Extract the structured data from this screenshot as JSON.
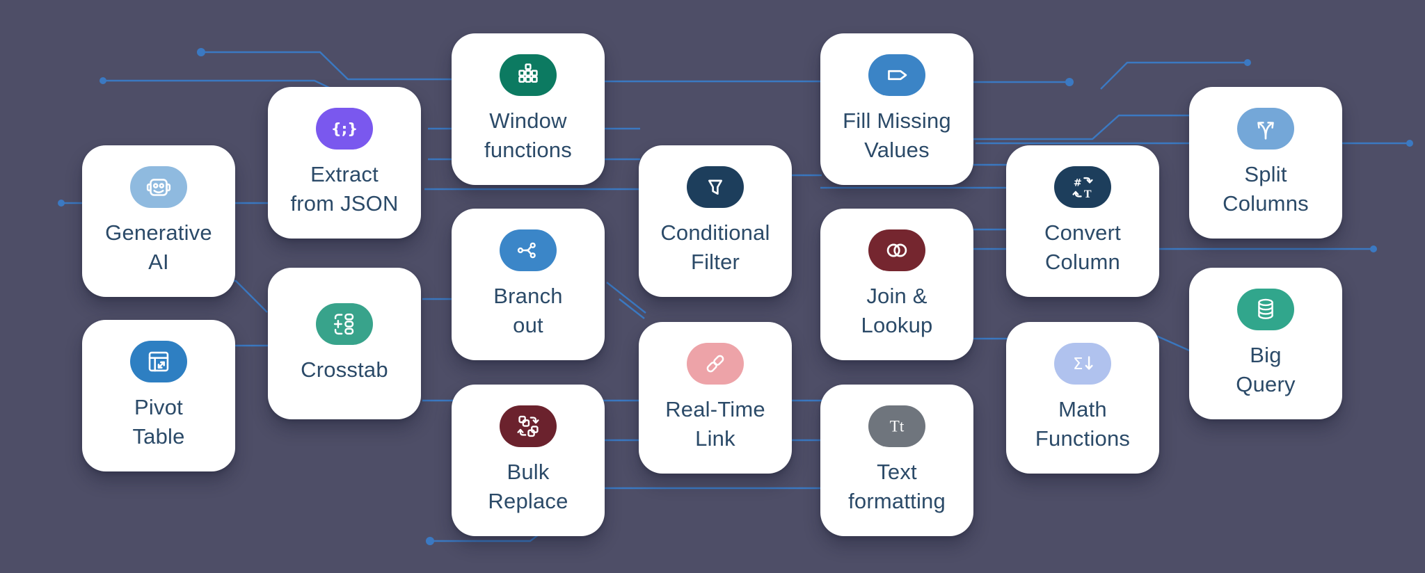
{
  "canvas": {
    "background": "#4e4e67",
    "connector_color": "#3b79c2",
    "card_color": "#ffffff",
    "label_color": "#2b4a68"
  },
  "cards": [
    {
      "id": "generative-ai",
      "label": "Generative AI",
      "lines": [
        "Generative",
        "AI"
      ],
      "icon": "robot-icon",
      "icon_color": "#8fbadf"
    },
    {
      "id": "pivot-table",
      "label": "Pivot Table",
      "lines": [
        "Pivot",
        "Table"
      ],
      "icon": "pivot-table-icon",
      "icon_color": "#2e7fc2"
    },
    {
      "id": "extract-from-json",
      "label": "Extract from JSON",
      "lines": [
        "Extract",
        "from JSON"
      ],
      "icon": "braces-icon",
      "icon_color": "#7a58ee",
      "icon_glyph": "{;}"
    },
    {
      "id": "crosstab",
      "label": "Crosstab",
      "lines": [
        "Crosstab"
      ],
      "icon": "crosstab-icon",
      "icon_color": "#38a38b"
    },
    {
      "id": "window-functions",
      "label": "Window functions",
      "lines": [
        "Window",
        "functions"
      ],
      "icon": "grid-table-icon",
      "icon_color": "#0c7a61"
    },
    {
      "id": "branch-out",
      "label": "Branch out",
      "lines": [
        "Branch",
        "out"
      ],
      "icon": "branch-icon",
      "icon_color": "#3b86c8"
    },
    {
      "id": "bulk-replace",
      "label": "Bulk Replace",
      "lines": [
        "Bulk",
        "Replace"
      ],
      "icon": "swap-squares-icon",
      "icon_color": "#6b222d"
    },
    {
      "id": "conditional-filter",
      "label": "Conditional Filter",
      "lines": [
        "Conditional",
        "Filter"
      ],
      "icon": "funnel-icon",
      "icon_color": "#1d3e5c"
    },
    {
      "id": "real-time-link",
      "label": "Real-Time Link",
      "lines": [
        "Real-Time",
        "Link"
      ],
      "icon": "chain-link-icon",
      "icon_color": "#eda3a8"
    },
    {
      "id": "fill-missing-values",
      "label": "Fill Missing Values",
      "lines": [
        "Fill Missing",
        "Values"
      ],
      "icon": "tag-icon",
      "icon_color": "#3b84c6"
    },
    {
      "id": "join-lookup",
      "label": "Join & Lookup",
      "lines": [
        "Join &",
        "Lookup"
      ],
      "icon": "venn-circles-icon",
      "icon_color": "#75262f"
    },
    {
      "id": "text-formatting",
      "label": "Text formatting",
      "lines": [
        "Text",
        "formatting"
      ],
      "icon": "serif-text-icon",
      "icon_color": "#6f757d",
      "icon_glyph": "Tt"
    },
    {
      "id": "convert-column",
      "label": "Convert Column",
      "lines": [
        "Convert",
        "Column"
      ],
      "icon": "number-text-convert-icon",
      "icon_color": "#1d3e5c",
      "icon_glyphs": [
        "#",
        "T"
      ]
    },
    {
      "id": "math-functions",
      "label": "Math Functions",
      "lines": [
        "Math",
        "Functions"
      ],
      "icon": "sigma-arrow-icon",
      "icon_color": "#b0c2ee",
      "icon_glyph": "Σ"
    },
    {
      "id": "split-columns",
      "label": "Split Columns",
      "lines": [
        "Split",
        "Columns"
      ],
      "icon": "split-arrows-icon",
      "icon_color": "#74a7d8"
    },
    {
      "id": "big-query",
      "label": "Big Query",
      "lines": [
        "Big",
        "Query"
      ],
      "icon": "database-icon",
      "icon_color": "#31a68c"
    }
  ]
}
